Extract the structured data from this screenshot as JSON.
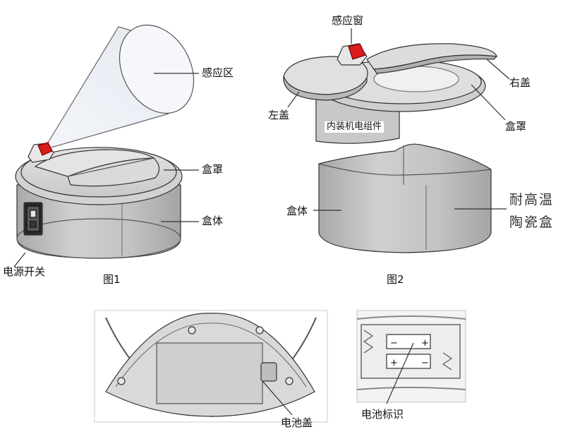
{
  "figure1": {
    "caption": "图1",
    "labels": {
      "sensing_area": "感应区",
      "box_cover": "盒罩",
      "box_body": "盒体",
      "power_switch": "电源开关"
    }
  },
  "figure2": {
    "caption": "图2",
    "labels": {
      "sensing_window": "感应窗",
      "right_lid": "右盖",
      "left_lid": "左盖",
      "box_cover": "盒罩",
      "inner_motor": "内装机电组件",
      "box_body": "盒体",
      "ceramic_line1": "耐高温",
      "ceramic_line2": "陶瓷盒"
    }
  },
  "bottom_views": {
    "battery_cover": "电池盖",
    "battery_mark": "电池标识"
  },
  "colors": {
    "line": "#333333",
    "body_fill": "#c4c4c4",
    "lid_fill": "#d8d8d8",
    "cone_fill": "#eceff4",
    "sensor_red": "#d91c1c"
  }
}
